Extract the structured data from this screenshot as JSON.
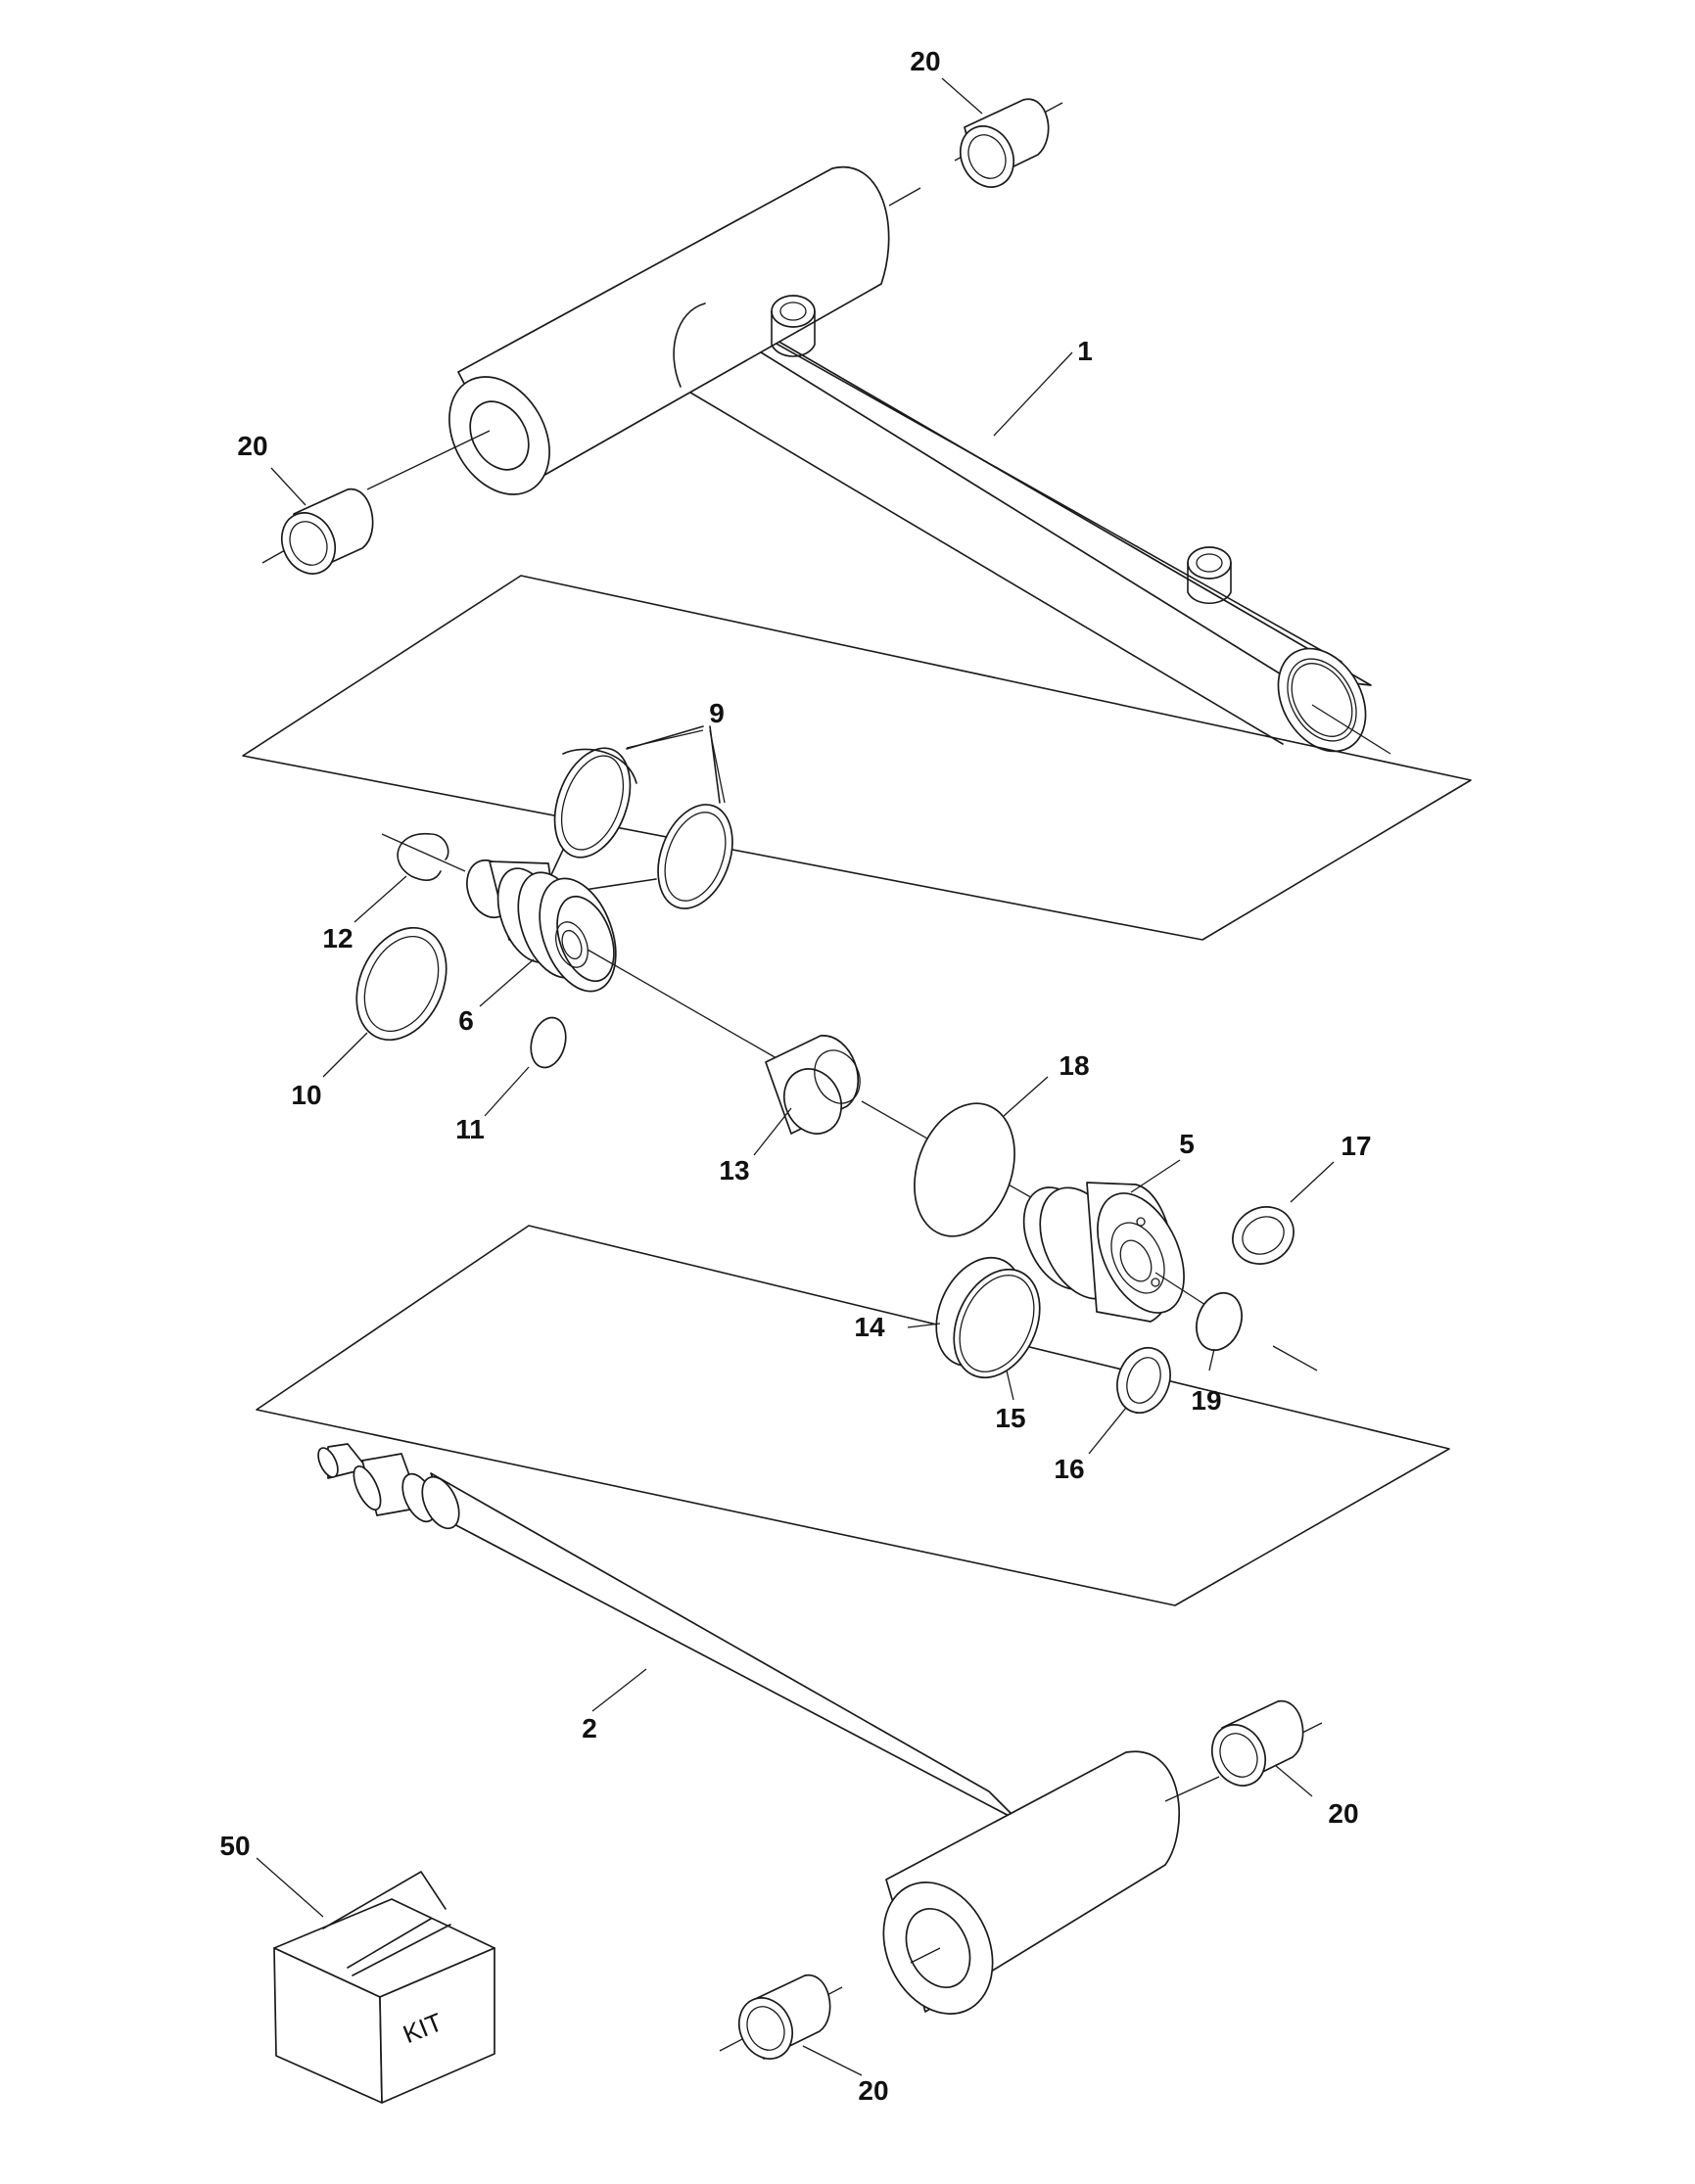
{
  "callouts": [
    {
      "id": "c20a",
      "text": "20"
    },
    {
      "id": "c1",
      "text": "1"
    },
    {
      "id": "c20b",
      "text": "20"
    },
    {
      "id": "c9",
      "text": "9"
    },
    {
      "id": "c12",
      "text": "12"
    },
    {
      "id": "c6",
      "text": "6"
    },
    {
      "id": "c10",
      "text": "10"
    },
    {
      "id": "c11",
      "text": "11"
    },
    {
      "id": "c18",
      "text": "18"
    },
    {
      "id": "c13",
      "text": "13"
    },
    {
      "id": "c5",
      "text": "5"
    },
    {
      "id": "c17",
      "text": "17"
    },
    {
      "id": "c14",
      "text": "14"
    },
    {
      "id": "c15",
      "text": "15"
    },
    {
      "id": "c19",
      "text": "19"
    },
    {
      "id": "c16",
      "text": "16"
    },
    {
      "id": "c2",
      "text": "2"
    },
    {
      "id": "c20c",
      "text": "20"
    },
    {
      "id": "c50",
      "text": "50"
    },
    {
      "id": "c20d",
      "text": "20"
    }
  ],
  "kit_box_label": "KIT"
}
